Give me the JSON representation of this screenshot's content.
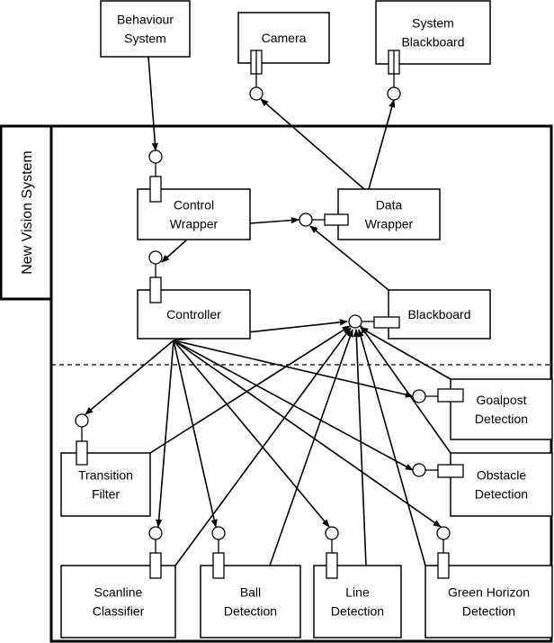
{
  "system": {
    "title": "New Vision System"
  },
  "components": {
    "behaviour": [
      "Behaviour",
      "System"
    ],
    "camera": [
      "Camera"
    ],
    "sys_blackboard": [
      "System",
      "Blackboard"
    ],
    "control_wrapper": [
      "Control",
      "Wrapper"
    ],
    "data_wrapper": [
      "Data",
      "Wrapper"
    ],
    "controller": [
      "Controller"
    ],
    "blackboard": [
      "Blackboard"
    ],
    "transition": [
      "Transition",
      "Filter"
    ],
    "goalpost": [
      "Goalpost",
      "Detection"
    ],
    "obstacle": [
      "Obstacle",
      "Detection"
    ],
    "scanline": [
      "Scanline",
      "Classifier"
    ],
    "ball": [
      "Ball",
      "Detection"
    ],
    "line": [
      "Line",
      "Detection"
    ],
    "green": [
      "Green Horizon",
      "Detection"
    ]
  },
  "connections": [
    {
      "from": "behaviour",
      "to": "control_wrapper"
    },
    {
      "from": "data_wrapper",
      "to": "camera"
    },
    {
      "from": "data_wrapper",
      "to": "sys_blackboard"
    },
    {
      "from": "control_wrapper",
      "to": "data_wrapper"
    },
    {
      "from": "control_wrapper",
      "to": "controller"
    },
    {
      "from": "blackboard",
      "to": "data_wrapper"
    },
    {
      "from": "controller",
      "to": "blackboard"
    },
    {
      "from": "controller",
      "to": "transition"
    },
    {
      "from": "controller",
      "to": "scanline"
    },
    {
      "from": "controller",
      "to": "ball"
    },
    {
      "from": "controller",
      "to": "line"
    },
    {
      "from": "controller",
      "to": "green"
    },
    {
      "from": "controller",
      "to": "goalpost"
    },
    {
      "from": "controller",
      "to": "obstacle"
    },
    {
      "from": "transition",
      "to": "blackboard"
    },
    {
      "from": "scanline",
      "to": "blackboard"
    },
    {
      "from": "ball",
      "to": "blackboard"
    },
    {
      "from": "line",
      "to": "blackboard"
    },
    {
      "from": "green",
      "to": "blackboard"
    },
    {
      "from": "goalpost",
      "to": "blackboard"
    },
    {
      "from": "obstacle",
      "to": "blackboard"
    }
  ]
}
